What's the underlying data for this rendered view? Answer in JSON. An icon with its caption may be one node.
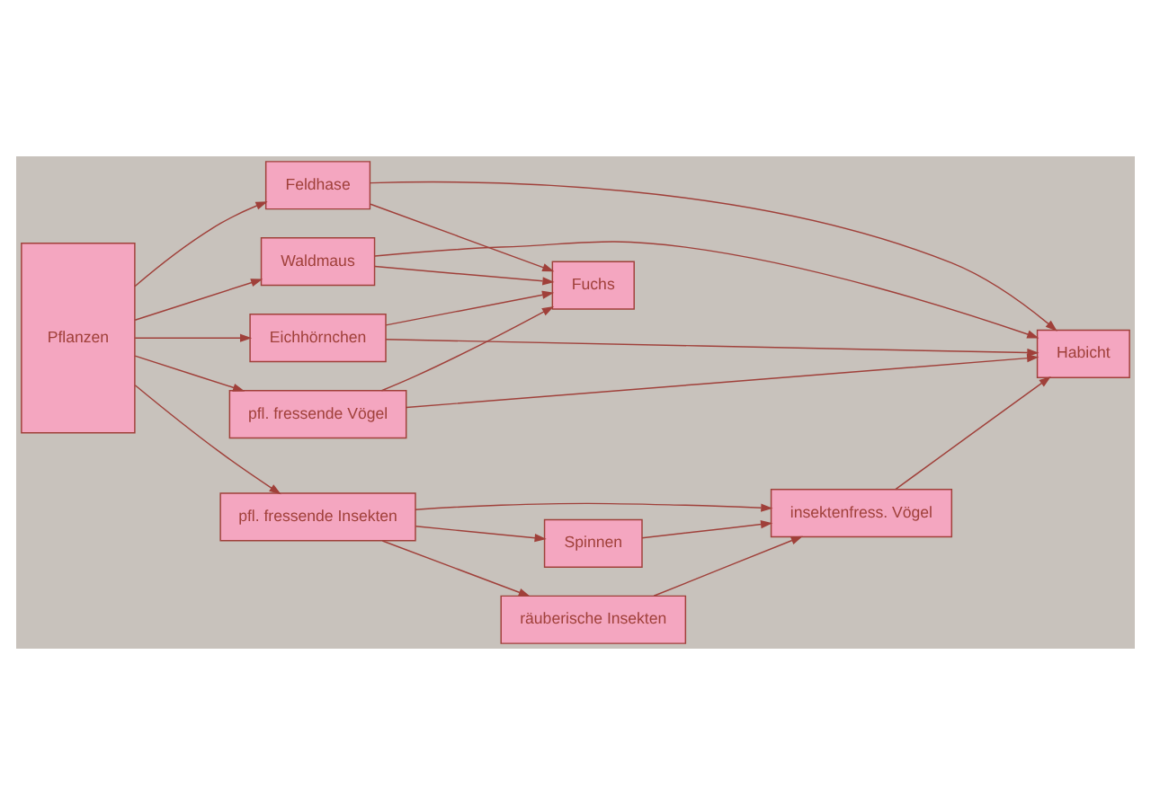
{
  "diagram": {
    "nodes": [
      {
        "text": [
          "Pflanzen"
        ]
      },
      {
        "text": [
          "Feldhase"
        ]
      },
      {
        "text": [
          "Waldmaus"
        ]
      },
      {
        "text": [
          "Eichhörnchen"
        ]
      },
      {
        "text": [
          "pfl. fressende Vögel"
        ]
      },
      {
        "text": [
          "pfl. fressende Insekten"
        ]
      },
      {
        "text": [
          "Fuchs"
        ]
      },
      {
        "text": [
          "Habicht"
        ]
      },
      {
        "text": [
          "insektenfress. Vögel"
        ]
      },
      {
        "text": [
          "Spinnen"
        ]
      },
      {
        "text": [
          "räuberische Insekten"
        ]
      }
    ],
    "edges": [
      {
        "from": 0,
        "to": 1,
        "arrow": "to"
      },
      {
        "from": 0,
        "to": 2,
        "arrow": "to"
      },
      {
        "from": 0,
        "to": 3,
        "arrow": "to"
      },
      {
        "from": 0,
        "to": 4,
        "arrow": "to"
      },
      {
        "from": 0,
        "to": 5,
        "arrow": "to"
      },
      {
        "from": 1,
        "to": 6,
        "arrow": "to"
      },
      {
        "from": 1,
        "to": 7,
        "arrow": "to"
      },
      {
        "from": 2,
        "to": 6,
        "arrow": "to"
      },
      {
        "from": 2,
        "to": 7,
        "arrow": "to"
      },
      {
        "from": 3,
        "to": 6,
        "arrow": "to"
      },
      {
        "from": 3,
        "to": 7,
        "arrow": "to"
      },
      {
        "from": 4,
        "to": 6,
        "arrow": "to"
      },
      {
        "from": 4,
        "to": 7,
        "arrow": "to"
      },
      {
        "from": 5,
        "to": 8,
        "arrow": "to"
      },
      {
        "from": 5,
        "to": 9,
        "arrow": "to"
      },
      {
        "from": 5,
        "to": 10,
        "arrow": "to"
      },
      {
        "from": 9,
        "to": 8,
        "arrow": "to"
      },
      {
        "from": 10,
        "to": 8,
        "arrow": "to"
      },
      {
        "from": 8,
        "to": 7,
        "arrow": "to"
      }
    ]
  }
}
